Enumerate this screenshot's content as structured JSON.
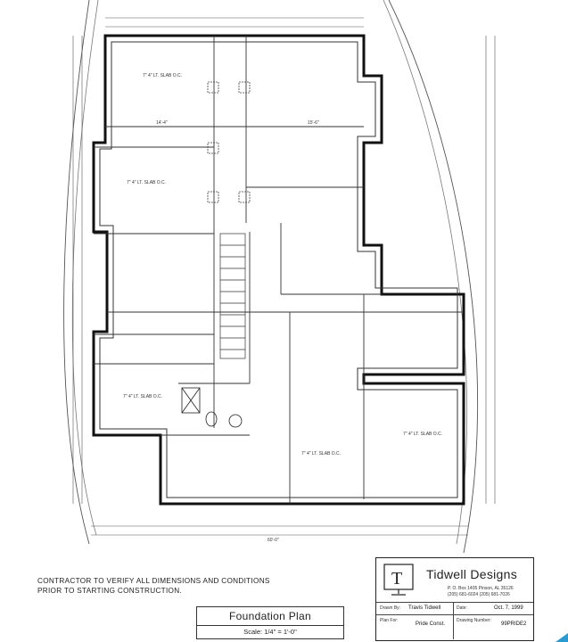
{
  "plan": {
    "room_labels": [
      "7\" 4\" LT. SLAB O.C.",
      "7\" 4\" LT. SLAB O.C.",
      "7\" 4\" LT. SLAB O.C.",
      "7\" 4\" LT. SLAB O.C.",
      "7\" 4\" LT. SLAB O.C."
    ],
    "dimensions": [
      "60'-0\"",
      "14'-4\"",
      "15'-6\""
    ]
  },
  "notes": {
    "line1": "CONTRACTOR TO VERIFY ALL DIMENSIONS AND CONDITIONS",
    "line2": "PRIOR TO STARTING CONSTRUCTION."
  },
  "plan_label": {
    "title": "Foundation Plan",
    "scale": "Scale: 1/4\" = 1'-0\""
  },
  "title_block": {
    "brand": "Tidwell Designs",
    "address1": "P. O. Box 1405 Pinson, AL 35126",
    "address2": "(205) 681-6024     (205) 681-7026",
    "drawn_by_label": "Drawn By:",
    "drawn_by": "Travis Tidwell",
    "date_label": "Date:",
    "date": "Oct. 7, 1999",
    "plan_for_label": "Plan For:",
    "plan_for": "Pride Const.",
    "drawing_number_label": "Drawing Number:",
    "drawing_number": "99PRIDE2"
  }
}
